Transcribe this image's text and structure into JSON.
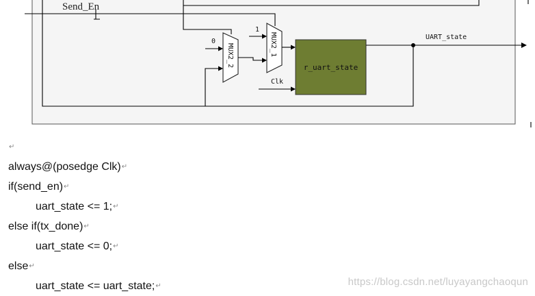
{
  "diagram": {
    "signal_send_en": "Send_En",
    "mux2_2_label": "MUX2_2",
    "mux2_2_input_const": "0",
    "mux2_1_label": "MUX2_1",
    "mux2_1_input_const": "1",
    "register_label": "r_uart_state",
    "clk_label": "Clk",
    "output_label": "UART_state",
    "colors": {
      "register_fill": "#6e7d32",
      "panel_fill": "#f5f5f5"
    }
  },
  "code": {
    "paragraph_mark": "↵",
    "lines": [
      "",
      "always@(posedge Clk)",
      "if(send_en)",
      "uart_state <= 1;",
      "else if(tx_done)",
      "uart_state <= 0;",
      "else",
      "uart_state <= uart_state;"
    ]
  },
  "watermark": "https://blog.csdn.net/luyayangchaoqun"
}
